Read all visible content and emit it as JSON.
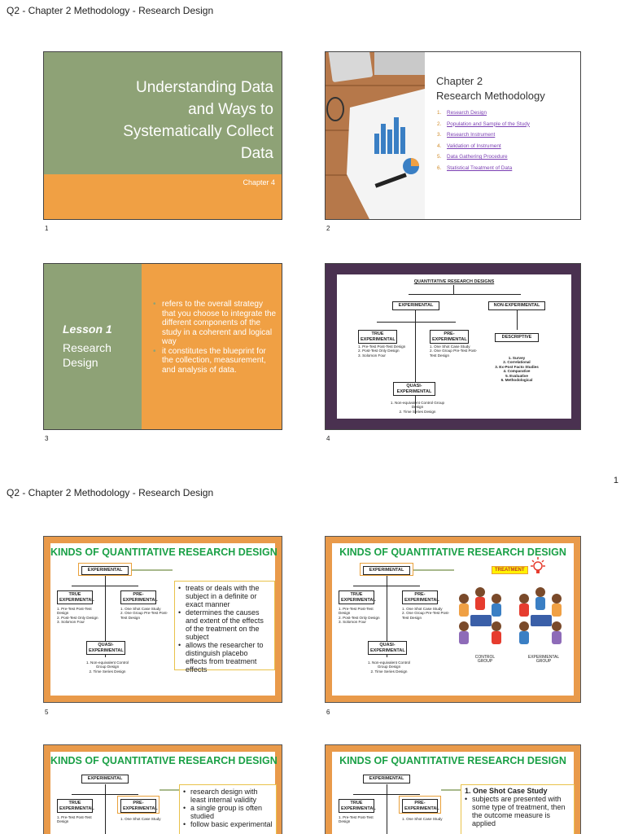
{
  "header": "Q2 - Chapter 2 Methodology - Research Design",
  "page_number": "1",
  "slide1": {
    "title_lines": [
      "Understanding Data",
      "and Ways to",
      "Systematically Collect",
      "Data"
    ],
    "subtitle": "Chapter 4",
    "number": "1"
  },
  "slide2": {
    "title_line1": "Chapter 2",
    "title_line2": "Research Methodology",
    "number": "2",
    "items": [
      {
        "n": "1.",
        "label": "Research Design"
      },
      {
        "n": "2.",
        "label": "Population and Sample of the Study"
      },
      {
        "n": "3.",
        "label": "Research Instrument"
      },
      {
        "n": "4.",
        "label": "Validation of Instrument"
      },
      {
        "n": "5.",
        "label": "Data Gathering Procedure"
      },
      {
        "n": "6.",
        "label": "Statistical Treatment of Data"
      }
    ]
  },
  "slide3": {
    "lesson": "Lesson 1",
    "title_line1": "Research",
    "title_line2": "Design",
    "number": "3",
    "bullets": [
      "refers to the overall strategy that you choose to integrate the different components of the study in a coherent and logical way",
      "it constitutes the blueprint for the collection, measurement, and analysis of data."
    ]
  },
  "slide4": {
    "number": "4",
    "diagram": {
      "title": "QUANTITATIVE RESEARCH DESIGNS",
      "experimental": "EXPERIMENTAL",
      "non_experimental": "NON-EXPERIMENTAL",
      "true_exp": "TRUE EXPERIMENTAL",
      "pre_exp": "PRE-EXPERIMENTAL",
      "quasi": "QUASI-EXPERIMENTAL",
      "descriptive": "DESCRIPTIVE",
      "true_items": [
        "1. Pre-Test Post-Test Design",
        "2. Post-Test Only Design",
        "3. Solomon Four"
      ],
      "pre_items": [
        "1. One Shot Case Study",
        "2. One Group Pre-Test Post-Test Design"
      ],
      "quasi_items": [
        "1. Non-equivalent Control Group Design",
        "2. Time Series Design"
      ],
      "desc_items": [
        "1. Survey",
        "2. Correlational",
        "3. Ex-Post Facto Studies",
        "4. Comparative",
        "5. Evaluative",
        "6. Methodological"
      ]
    }
  },
  "kinds_title": "KINDS OF QUANTITATIVE RESEARCH DESIGN",
  "slide5": {
    "number": "5",
    "bullets": [
      "treats or deals with the subject in a definite or exact manner",
      "determines the causes and extent of the effects of the treatment on the subject",
      "allows the researcher to distinguish placebo effects from treatment effects"
    ]
  },
  "slide6": {
    "number": "6",
    "treatment": "TREATMENT",
    "control": "CONTROL GROUP",
    "experimental_group": "EXPERIMENTAL GROUP"
  },
  "slide7": {
    "bullets": [
      "research design with least internal validity",
      "a single group is often studied",
      "follow basic experimental"
    ]
  },
  "slide8": {
    "heading": "1. One Shot Case Study",
    "bullets": [
      "subjects are presented with some type of treatment, then the outcome measure is applied"
    ]
  }
}
